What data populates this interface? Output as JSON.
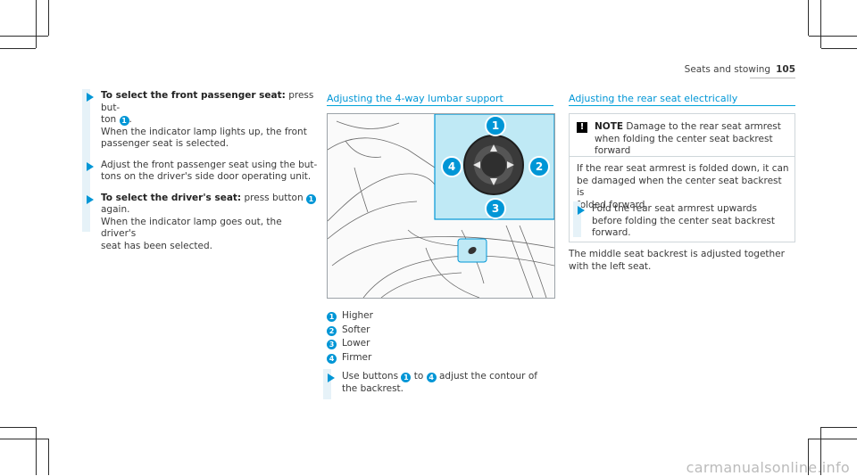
{
  "header": {
    "section": "Seats and stowing",
    "page_number": "105"
  },
  "left_column": {
    "steps": [
      {
        "lead": "To select the front passenger seat:",
        "text_a": " press but-",
        "text_b": "ton ",
        "badge": "1",
        "text_c": ".",
        "text_d": "When the indicator lamp lights up, the front",
        "text_e": "passenger seat is selected."
      },
      {
        "line1": "Adjust the front passenger seat using the but-",
        "line2": "tons on the driver's side door operating unit."
      },
      {
        "lead": "To select the driver's seat:",
        "text_a": " press button ",
        "badge": "1",
        "text_b": "again.",
        "text_c": "When the indicator lamp goes out, the driver's",
        "text_d": "seat has been selected."
      }
    ]
  },
  "middle_column": {
    "title": "Adjusting the 4-way lumbar support",
    "figure": {
      "callouts": [
        "1",
        "2",
        "3",
        "4"
      ]
    },
    "legend": [
      {
        "badge": "1",
        "label": "Higher"
      },
      {
        "badge": "2",
        "label": "Softer"
      },
      {
        "badge": "3",
        "label": "Lower"
      },
      {
        "badge": "4",
        "label": "Firmer"
      }
    ],
    "instruction": {
      "text_a": "Use buttons ",
      "badge_a": "1",
      "text_b": " to ",
      "badge_b": "4",
      "text_c": " adjust the contour of",
      "line2": "the backrest."
    }
  },
  "right_column": {
    "title": "Adjusting the rear seat electrically",
    "note": {
      "icon": "!",
      "label": "NOTE",
      "head_a": " Damage to the rear seat armrest",
      "head_b": "when folding the center seat backrest",
      "head_c": "forward",
      "body_1": "If the rear seat armrest is folded down, it can",
      "body_2": "be damaged when the center seat backrest is",
      "body_3": "folded forward.",
      "step_1": "Fold the rear seat armrest upwards",
      "step_2": "before folding the center seat backrest",
      "step_3": "forward."
    },
    "para_1": "The middle seat backrest is adjusted together",
    "para_2": "with the left seat."
  },
  "watermark": "carmanualsonline.info",
  "colors": {
    "accent": "#0096d6",
    "panel": "#bfe9f5",
    "text": "#3a3a3a"
  }
}
